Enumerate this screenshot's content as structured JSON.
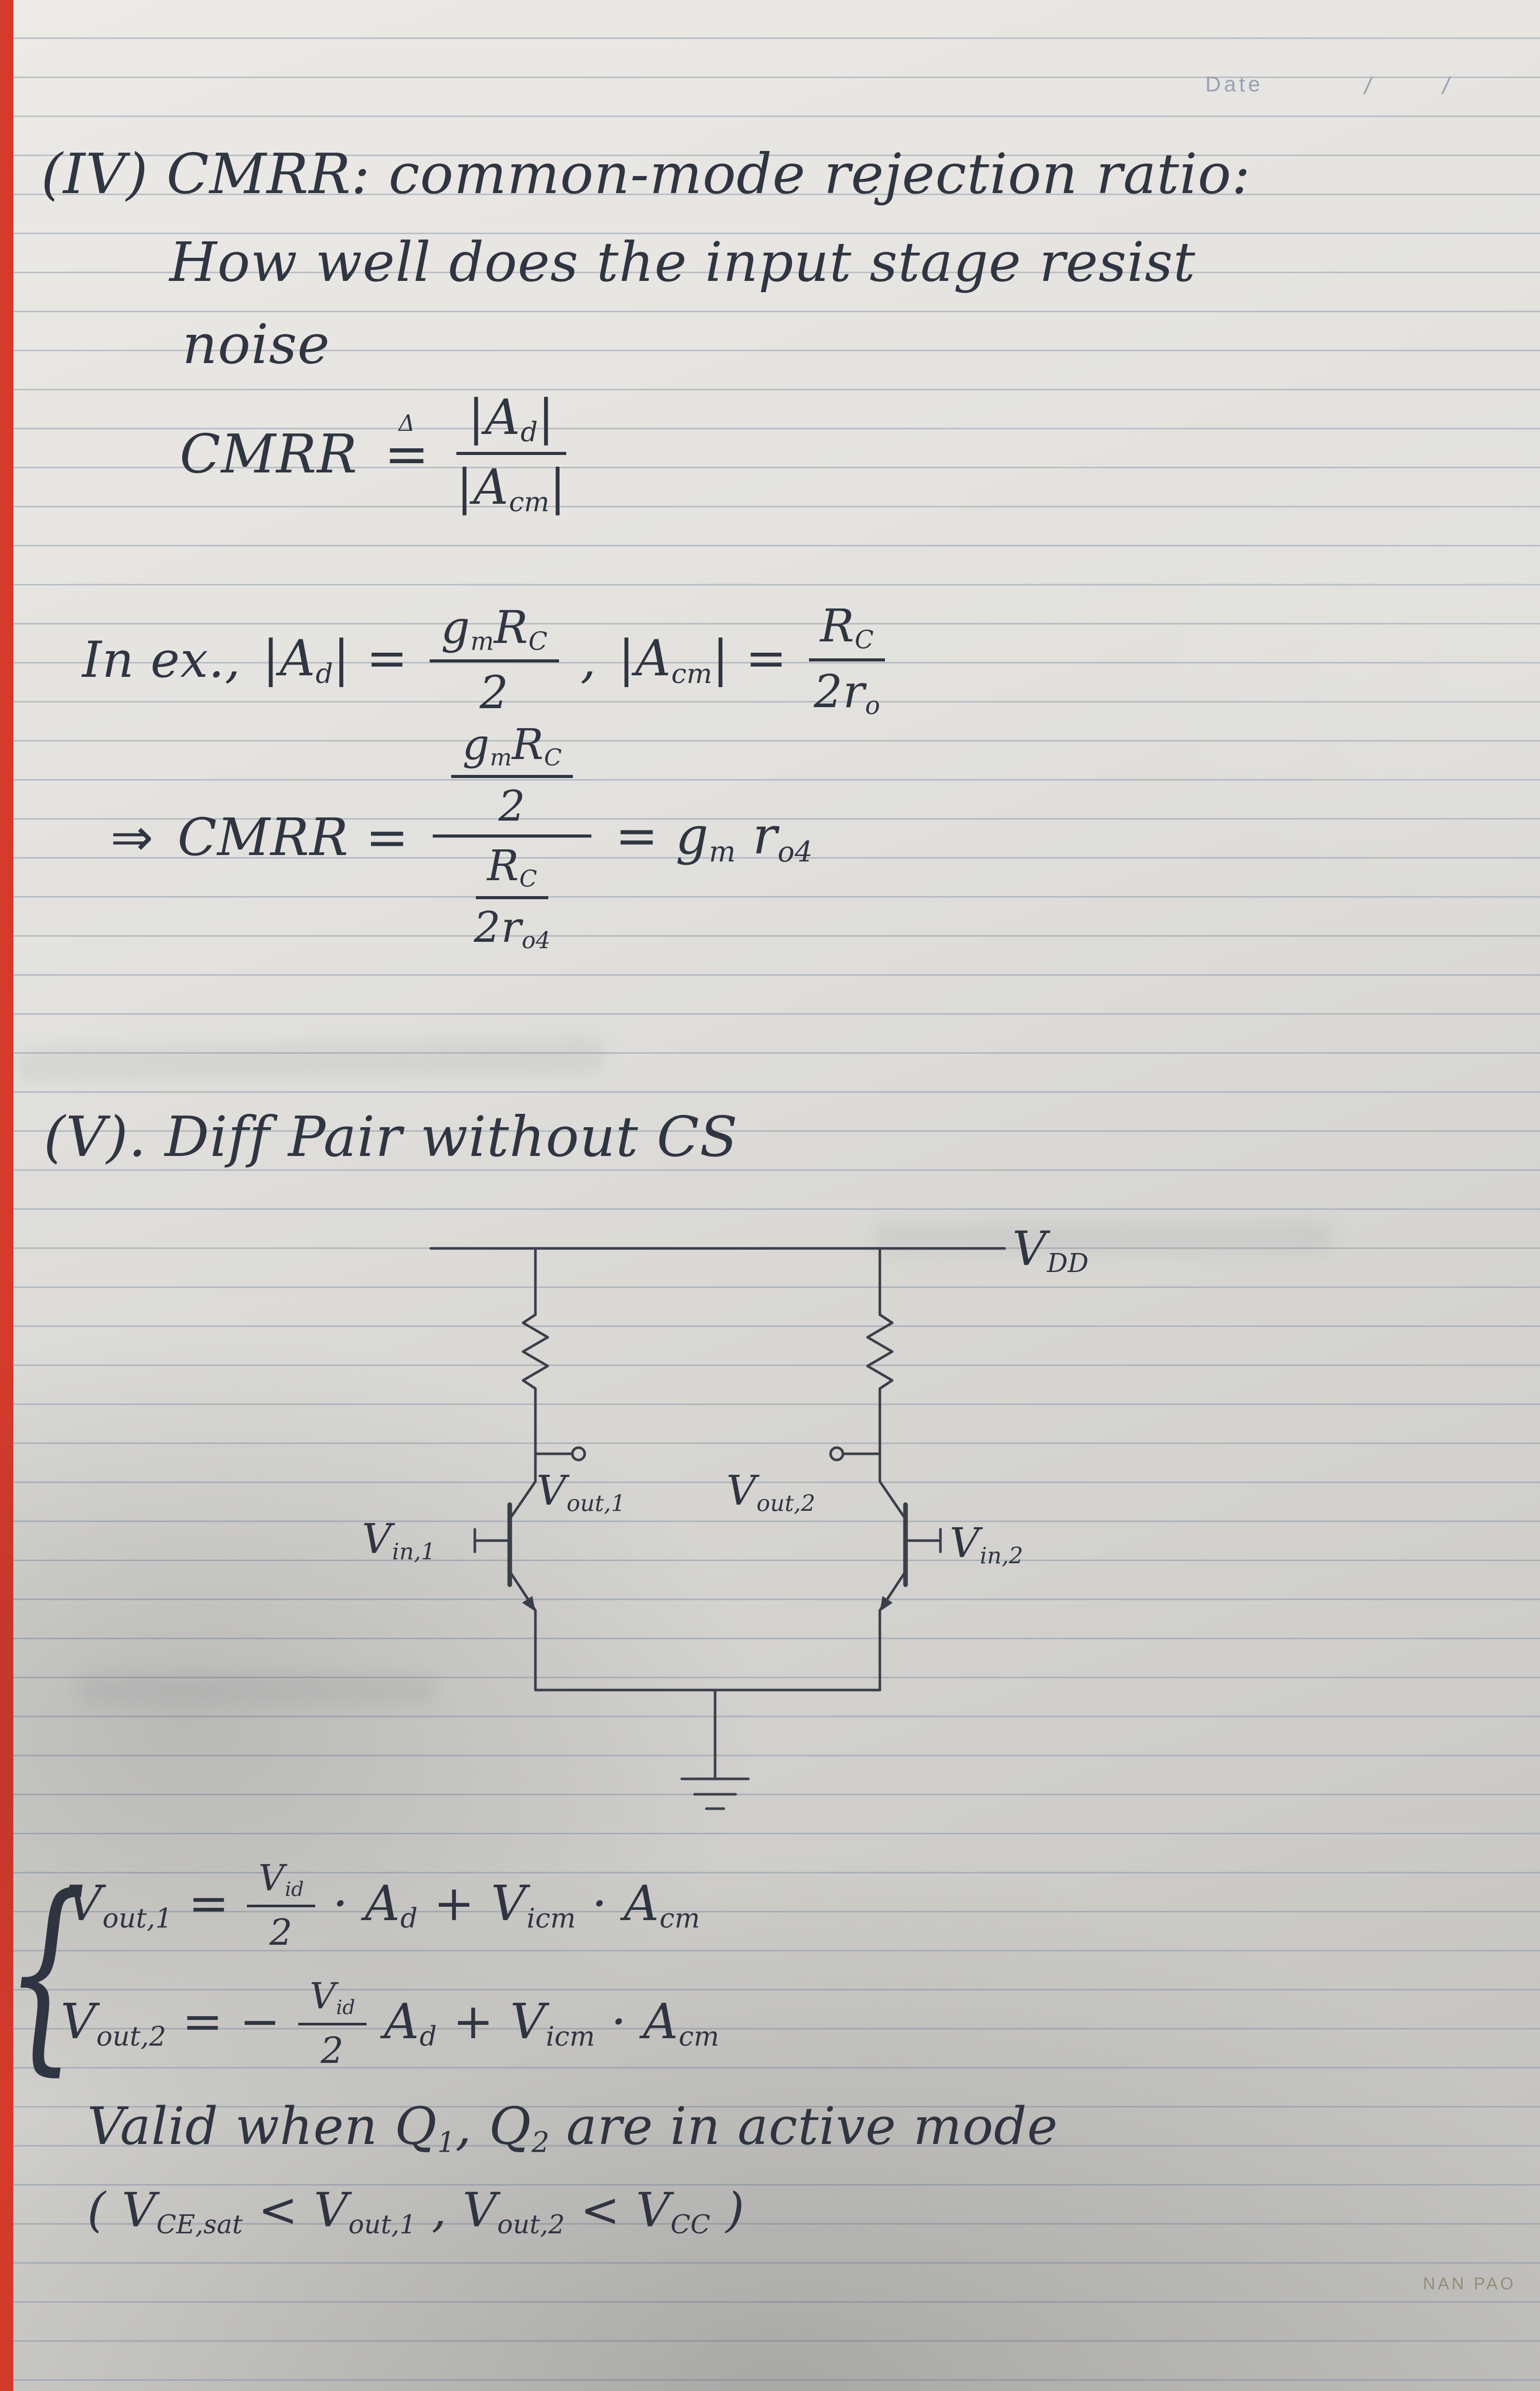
{
  "page": {
    "date_label": "Date",
    "date_slash_1": "/",
    "date_slash_2": "/",
    "brand": "NAN PAO"
  },
  "section_iv": {
    "heading": "(IV) CMRR:  common-mode rejection ratio:",
    "desc_line_1": "How well does the input stage resist",
    "desc_line_2": "noise",
    "definition": {
      "word": "CMRR",
      "defeq_triangle": "Δ",
      "defeq_equals": "=",
      "numerator": "|A_{d}|",
      "denominator": "|A_{cm}|"
    },
    "example": {
      "intro": "In ex.,",
      "ad_lhs": "|A_{d}| =",
      "ad_numerator": "g_{m}R_{C}",
      "ad_denominator": "2",
      "separator": ",",
      "acm_lhs": "|A_{cm}| =",
      "acm_numerator": "R_{C}",
      "acm_denominator": "2r_{o}"
    },
    "result": {
      "arrow": "⇒",
      "lhs": "CMRR =",
      "upper_numerator": "g_{m}R_{C}",
      "upper_denominator": "2",
      "lower_numerator": "R_{C}",
      "lower_denominator": "2r_{o4}",
      "rhs": "= g_{m} r_{o4}"
    }
  },
  "section_v": {
    "heading": "(V).  Diff Pair without CS",
    "circuit": {
      "vdd_label": "V_{DD}",
      "vout1_label": "V_{out,1}",
      "vout2_label": "V_{out,2}",
      "vin1_label": "V_{in,1}",
      "vin2_label": "V_{in,2}"
    },
    "equations": {
      "brace": "{",
      "eq1_lhs": "V_{out,1} =",
      "eq1_numerator": "V_{id}",
      "eq1_denominator": "2",
      "eq1_rhs": "· A_{d} +  V_{icm} · A_{cm}",
      "eq2_lhs": "V_{out,2} = −",
      "eq2_numerator": "V_{id}",
      "eq2_denominator": "2",
      "eq2_rhs": "A_{d} +  V_{icm} · A_{cm}"
    },
    "validity_line_1": "Valid when Q_{1}, Q_{2} are in active mode",
    "validity_line_2": "( V_{CE,sat} < V_{out,1} ,  V_{out,2} < V_{CC} )"
  }
}
